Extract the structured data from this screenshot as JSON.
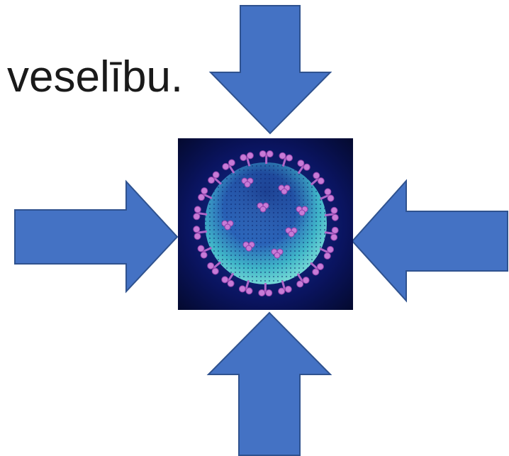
{
  "slide": {
    "text": "veselību."
  },
  "colors": {
    "arrow_fill": "#4472C4",
    "arrow_stroke": "#2F528F",
    "background": "#FFFFFF",
    "virus_bg_dark": "#050a3a",
    "virus_body": "#2d8fb8",
    "virus_spike": "#c77bd6"
  },
  "arrows": [
    {
      "name": "arrow-down-top",
      "direction": "down"
    },
    {
      "name": "arrow-right-left",
      "direction": "right"
    },
    {
      "name": "arrow-left-right",
      "direction": "left"
    },
    {
      "name": "arrow-up-bottom",
      "direction": "up"
    }
  ],
  "image": {
    "subject": "coronavirus-particle"
  }
}
